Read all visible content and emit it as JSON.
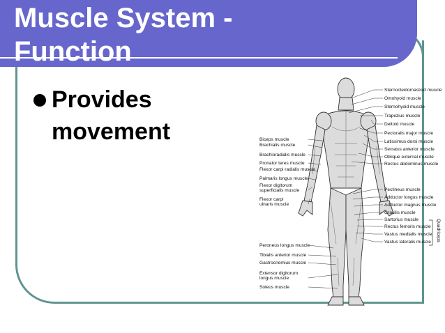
{
  "slide": {
    "title": "Muscle System -\nFunction",
    "bullets": [
      "Provides movement"
    ]
  },
  "figure": {
    "left_labels": [
      [
        "Biceps muscle"
      ],
      [
        "Brachialis muscle"
      ],
      [
        "Brachioradialis muscle"
      ],
      [
        "Pronator teres muscle"
      ],
      [
        "Flexor carpi radialis muscle"
      ],
      [
        "Palmaris longus muscle"
      ],
      [
        "Flexor digitorum",
        "superficialis muscle"
      ],
      [
        "Flexor carpi",
        "ulnaris muscle"
      ],
      [
        "Peroneus longus muscle"
      ],
      [
        "Tibialis anterior muscle"
      ],
      [
        "Gastrocnemius muscle"
      ],
      [
        "Extensor digitorum",
        "longus muscle"
      ],
      [
        "Soleus muscle"
      ]
    ],
    "right_labels": [
      "Sternocleidomastoid muscle",
      "Omohyoid muscle",
      "Sternohyoid muscle",
      "Trapezius muscle",
      "Deltoid muscle",
      "Pectoralis major muscle",
      "Latissimus dorsi muscle",
      "Serratus anterior muscle",
      "Oblique external muscle",
      "Rectus abdominus muscle",
      "Pectineus muscle",
      "Adductor longus muscle",
      "Adductor magnus muscle",
      "Gracilis muscle",
      "Sartorius muscle",
      "Rectus femoris muscle",
      "Vastus medialis muscle",
      "Vastus lateralis muscle"
    ],
    "group_label": "Quadriceps"
  },
  "colors": {
    "title_bar": "#6666cc",
    "frame": "#5f9590",
    "figure_fill": "#dcdcdc",
    "figure_line": "#333333"
  }
}
